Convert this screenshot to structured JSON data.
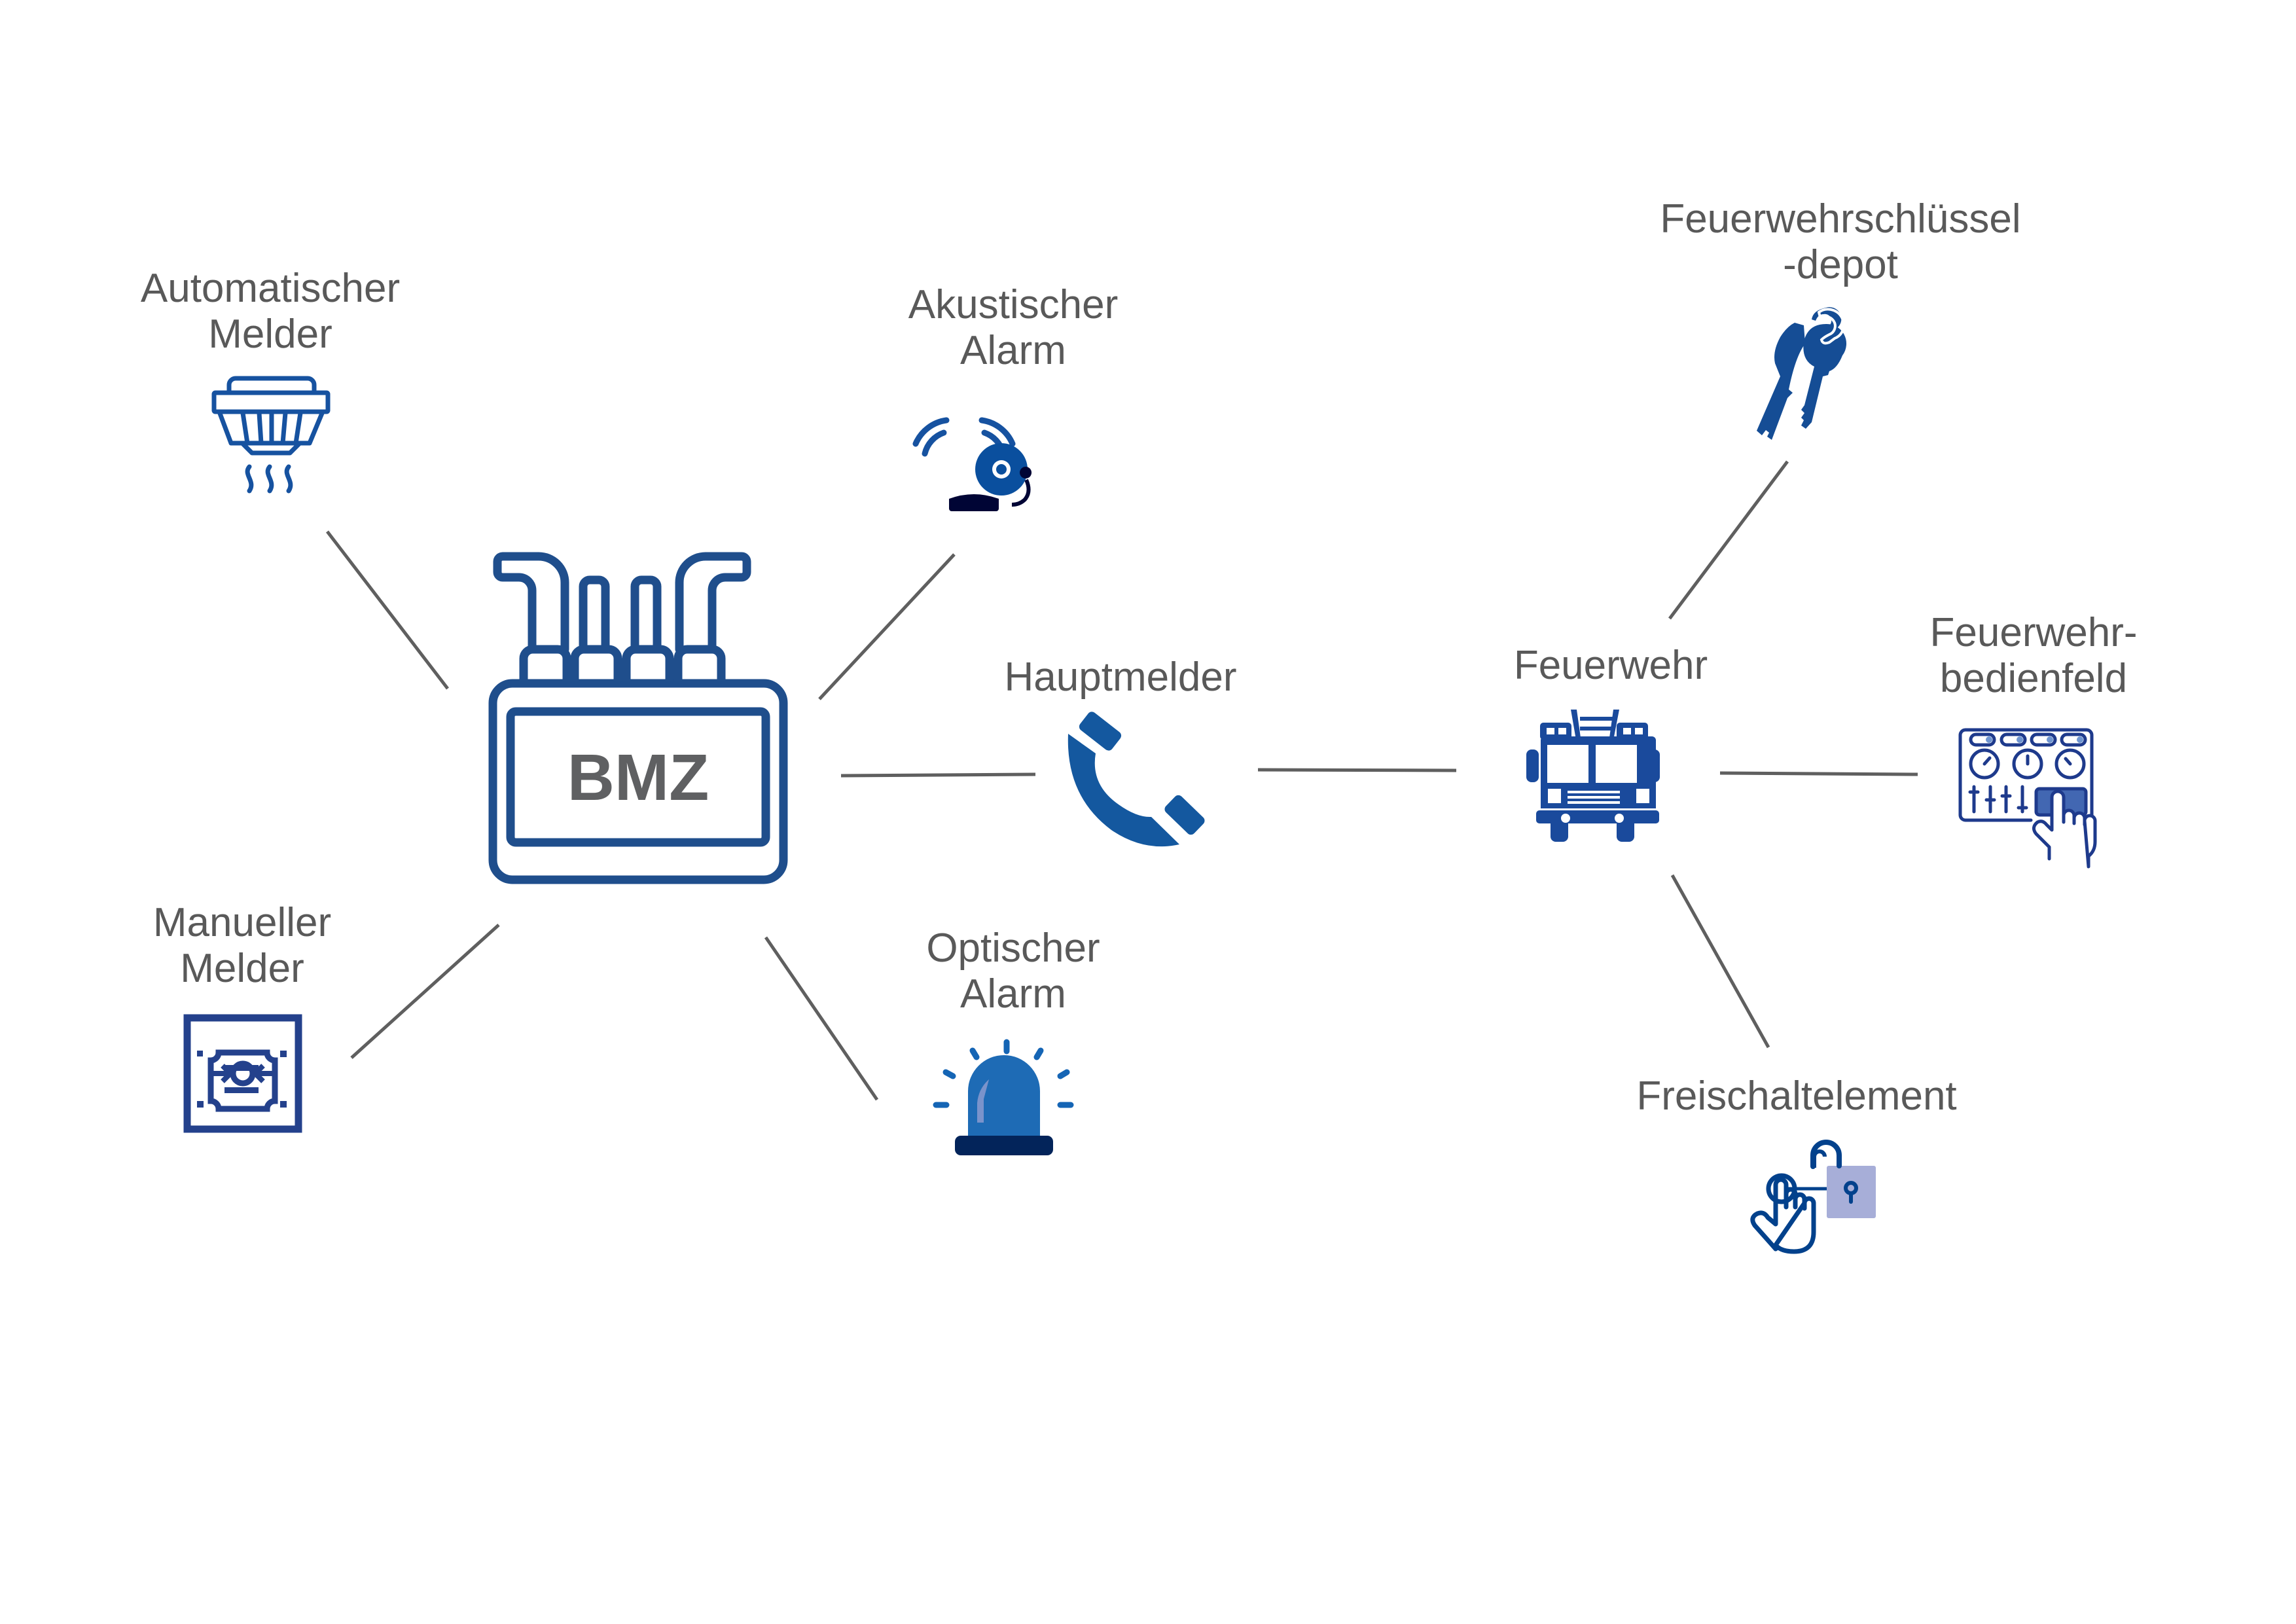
{
  "diagram": {
    "central_unit": {
      "id": "bmz",
      "label": "BMZ",
      "icon": "fire-alarm-control-panel-icon"
    },
    "nodes": [
      {
        "id": "automatischer-melder",
        "lines": [
          "Automatischer",
          "Melder"
        ],
        "icon": "smoke-detector-icon"
      },
      {
        "id": "manueller-melder",
        "lines": [
          "Manueller",
          "Melder"
        ],
        "icon": "manual-call-point-icon"
      },
      {
        "id": "akustischer-alarm",
        "lines": [
          "Akustischer",
          "Alarm"
        ],
        "icon": "alarm-bell-icon"
      },
      {
        "id": "optischer-alarm",
        "lines": [
          "Optischer",
          "Alarm"
        ],
        "icon": "beacon-light-icon"
      },
      {
        "id": "hauptmelder",
        "lines": [
          "Hauptmelder"
        ],
        "icon": "telephone-icon"
      },
      {
        "id": "feuerwehr",
        "lines": [
          "Feuerwehr"
        ],
        "icon": "fire-truck-icon"
      },
      {
        "id": "feuerwehrschluesseldepot",
        "lines": [
          "Feuerwehrschlüssel",
          "-depot"
        ],
        "icon": "keys-icon"
      },
      {
        "id": "feuerwehrbedienfeld",
        "lines": [
          "Feuerwehr-",
          "bedienfeld"
        ],
        "icon": "control-panel-icon"
      },
      {
        "id": "freischaltelement",
        "lines": [
          "Freischaltelement"
        ],
        "icon": "unlock-touch-icon"
      }
    ],
    "connections": [
      {
        "from": "bmz",
        "to": "automatischer-melder"
      },
      {
        "from": "bmz",
        "to": "manueller-melder"
      },
      {
        "from": "bmz",
        "to": "akustischer-alarm"
      },
      {
        "from": "bmz",
        "to": "optischer-alarm"
      },
      {
        "from": "bmz",
        "to": "hauptmelder"
      },
      {
        "from": "hauptmelder",
        "to": "feuerwehr"
      },
      {
        "from": "feuerwehr",
        "to": "feuerwehrschluesseldepot"
      },
      {
        "from": "feuerwehr",
        "to": "feuerwehrbedienfeld"
      },
      {
        "from": "feuerwehr",
        "to": "freischaltelement"
      }
    ]
  },
  "colors": {
    "primary_blue": "#1F4E8C",
    "icon_blue": "#1652A0",
    "bright_blue": "#1E6BB5",
    "navy": "#0A1F52",
    "lavender": "#A7AED8",
    "label_gray": "#595959",
    "line_gray": "#5F5F5F"
  }
}
